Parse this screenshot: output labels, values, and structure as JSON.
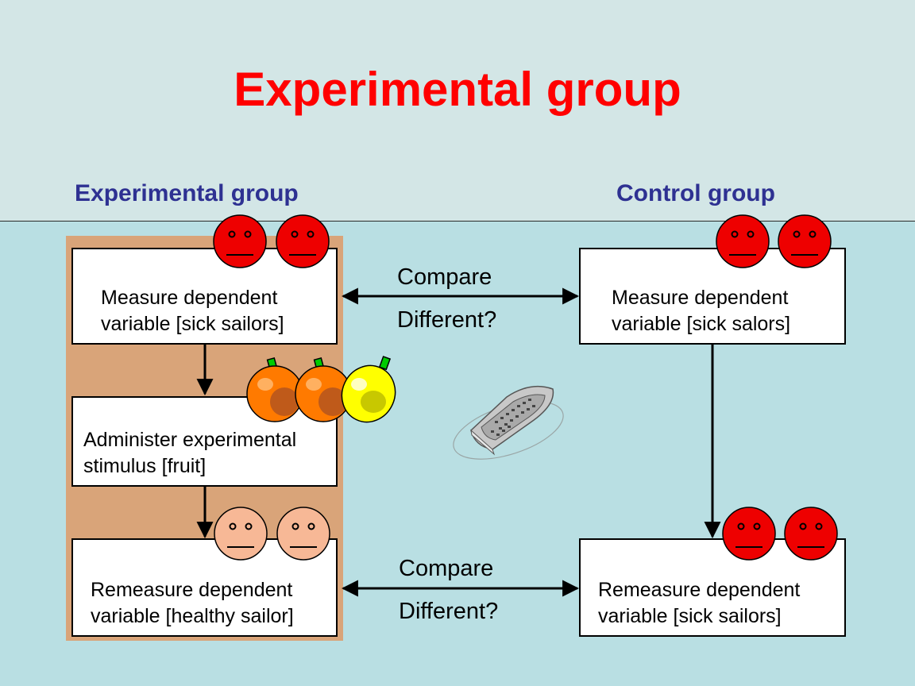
{
  "title": "Experimental group",
  "headings": {
    "left": "Experimental group",
    "right": "Control group"
  },
  "experimental": {
    "measure": [
      "Measure dependent",
      "variable [sick sailors]"
    ],
    "administer": [
      "Administer experimental",
      "stimulus [fruit]"
    ],
    "remeasure": [
      "Remeasure dependent",
      "variable [healthy sailor]"
    ]
  },
  "control": {
    "measure": [
      "Measure dependent",
      "variable [sick salors]"
    ],
    "remeasure": [
      "Remeasure dependent",
      "variable [sick sailors]"
    ]
  },
  "compare_top": {
    "verb": "Compare",
    "question": "Different?"
  },
  "compare_bottom": {
    "verb": "Compare",
    "question": "Different?"
  },
  "colors": {
    "title": "#ff0000",
    "heading": "#2e3192",
    "panel": "#d9a479",
    "sick_face": "#ee0000",
    "healthy_face": "#f7b896",
    "orange": "#ff7a00",
    "lemon": "#ffff00",
    "stem": "#00cc00"
  },
  "icons": [
    "sick-face-icon",
    "healthy-face-icon",
    "orange-icon",
    "lemon-icon",
    "ship-icon",
    "arrow-icon"
  ]
}
